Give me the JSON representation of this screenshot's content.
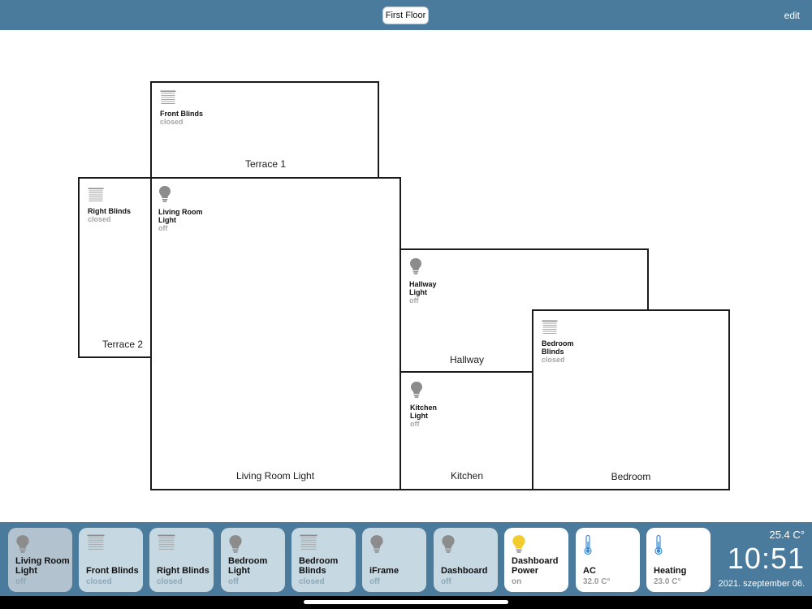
{
  "header": {
    "floor_button": "First Floor",
    "edit_label": "edit"
  },
  "floorplan": {
    "rooms": {
      "terrace1": "Terrace 1",
      "terrace2": "Terrace 2",
      "living_room": "Living Room Light",
      "hallway": "Hallway",
      "kitchen": "Kitchen",
      "bedroom": "Bedroom"
    },
    "devices": {
      "front_blinds": {
        "name": "Front Blinds",
        "state": "closed",
        "icon": "blinds-icon"
      },
      "right_blinds": {
        "name": "Right Blinds",
        "state": "closed",
        "icon": "blinds-icon"
      },
      "living_room_light": {
        "name": "Living Room\nLight",
        "state": "off",
        "icon": "bulb-icon"
      },
      "hallway_light": {
        "name": "Hallway\nLight",
        "state": "off",
        "icon": "bulb-icon"
      },
      "kitchen_light": {
        "name": "Kitchen\nLight",
        "state": "off",
        "icon": "bulb-icon"
      },
      "bedroom_blinds": {
        "name": "Bedroom\nBlinds",
        "state": "closed",
        "icon": "blinds-icon"
      }
    }
  },
  "dock": {
    "tiles": [
      {
        "name": "Living Room\nLight",
        "state": "off",
        "icon": "bulb-icon"
      },
      {
        "name": "Front Blinds",
        "state": "closed",
        "icon": "blinds-icon"
      },
      {
        "name": "Right Blinds",
        "state": "closed",
        "icon": "blinds-icon"
      },
      {
        "name": "Bedroom\nLight",
        "state": "off",
        "icon": "bulb-icon"
      },
      {
        "name": "Bedroom\nBlinds",
        "state": "closed",
        "icon": "blinds-icon"
      },
      {
        "name": "iFrame",
        "state": "off",
        "icon": "bulb-icon"
      },
      {
        "name": "Dashboard",
        "state": "off",
        "icon": "bulb-icon"
      },
      {
        "name": "Dashboard\nPower",
        "state": "on",
        "icon": "bulb-on-icon"
      },
      {
        "name": "AC",
        "state": "32.0 C°",
        "icon": "thermometer-icon"
      },
      {
        "name": "Heating",
        "state": "23.0 C°",
        "icon": "thermometer-icon"
      }
    ],
    "outside_temp": "25.4 C°",
    "time": "10:51",
    "date": "2021. szeptember 06."
  },
  "colors": {
    "header_bg": "#4b7b9c",
    "tile_bg": "#c6d8e2",
    "tile_active_bg": "#ffffff",
    "bulb_off": "#8c8c8c",
    "bulb_on": "#f2cc2e",
    "thermo": "#3c8fd6"
  }
}
